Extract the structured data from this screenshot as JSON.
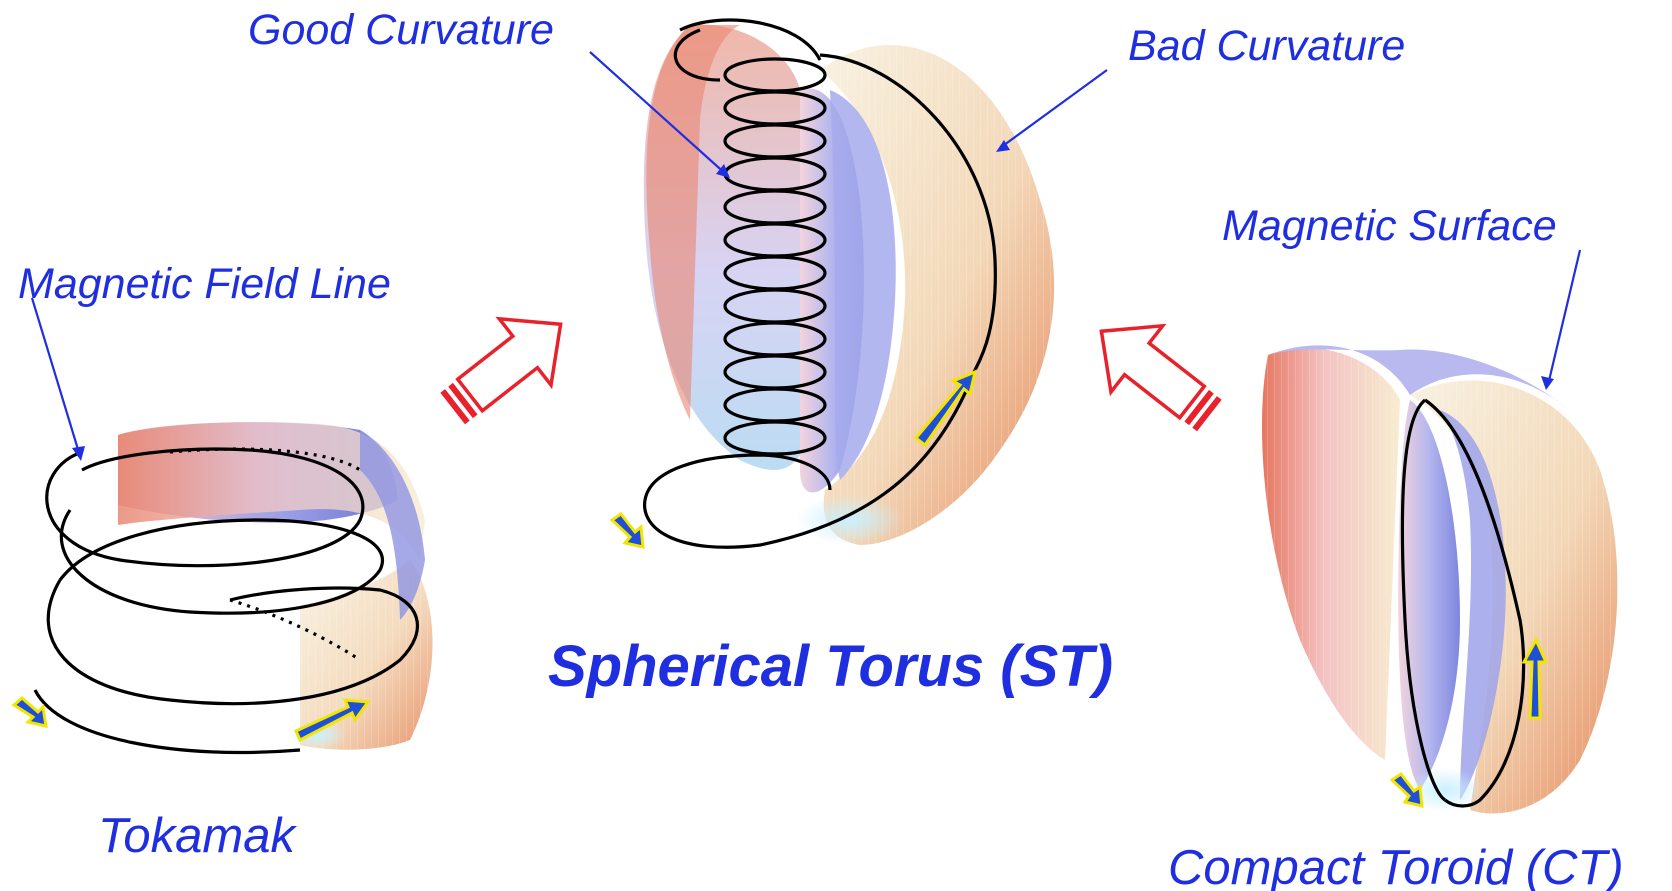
{
  "labels": {
    "good_curvature": "Good Curvature",
    "bad_curvature": "Bad Curvature",
    "magnetic_field_line": "Magnetic Field Line",
    "magnetic_surface": "Magnetic Surface",
    "tokamak": "Tokamak",
    "spherical_torus": "Spherical Torus (ST)",
    "compact_toroid": "Compact Toroid (CT)"
  },
  "colors": {
    "label_blue": "#1f2fe0",
    "transition_arrow_red": "#e8212a",
    "field_arrow_blue": "#1e4fd6",
    "field_arrow_outline": "#f2e600",
    "surface_warm": "#e8806a",
    "surface_cool": "#8c93e8"
  },
  "icons": {
    "transition_arrow": "hollow-red-arrow-icon",
    "field_direction_arrow": "blue-arrow-icon"
  }
}
